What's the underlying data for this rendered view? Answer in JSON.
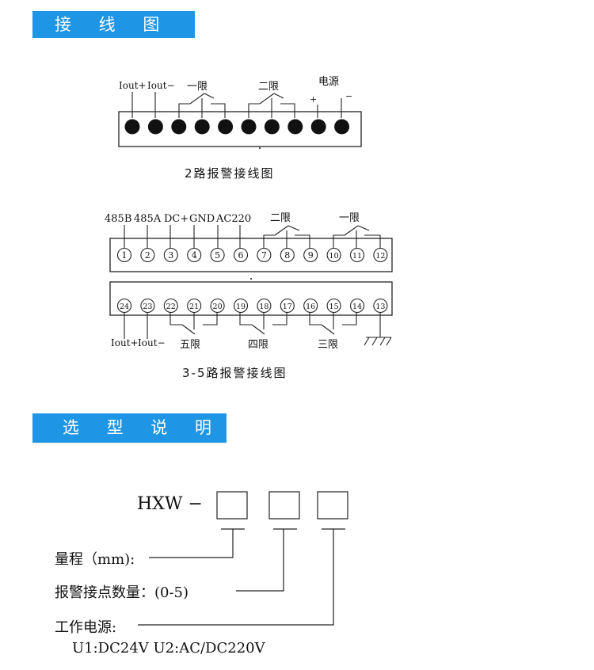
{
  "banners": {
    "wiring": "接 线 图",
    "selection": "选 型 说 明"
  },
  "diagram1": {
    "title": "2路报警接线图",
    "labels": {
      "iout_plus": "Iout+",
      "iout_minus": "Iout−",
      "alarm1": "一限",
      "alarm2": "二限",
      "power": "电源",
      "power_plus": "+",
      "power_minus": "−"
    },
    "terminal_count": 10
  },
  "diagram2": {
    "title": "3-5路报警接线图",
    "top_labels": {
      "t1": "485B",
      "t2": "485A",
      "t3": "DC+",
      "t4": "GND",
      "ac": "AC220",
      "alarm2": "二限",
      "alarm1": "一限"
    },
    "bottom_labels": {
      "iout_plus": "Iout+",
      "iout_minus": "Iout−",
      "alarm5": "五限",
      "alarm4": "四限",
      "alarm3": "三限"
    },
    "top_terminals": [
      "1",
      "2",
      "3",
      "4",
      "5",
      "6",
      "7",
      "8",
      "9",
      "10",
      "11",
      "12"
    ],
    "bottom_terminals": [
      "24",
      "23",
      "22",
      "21",
      "20",
      "19",
      "18",
      "17",
      "16",
      "15",
      "14",
      "13"
    ]
  },
  "selection": {
    "model": "HXW −",
    "range": "量程（mm):",
    "alarm_points": "报警接点数量：(0-5)",
    "power_supply": "工作电源:",
    "power_options": "U1:DC24V  U2:AC/DC220V"
  }
}
